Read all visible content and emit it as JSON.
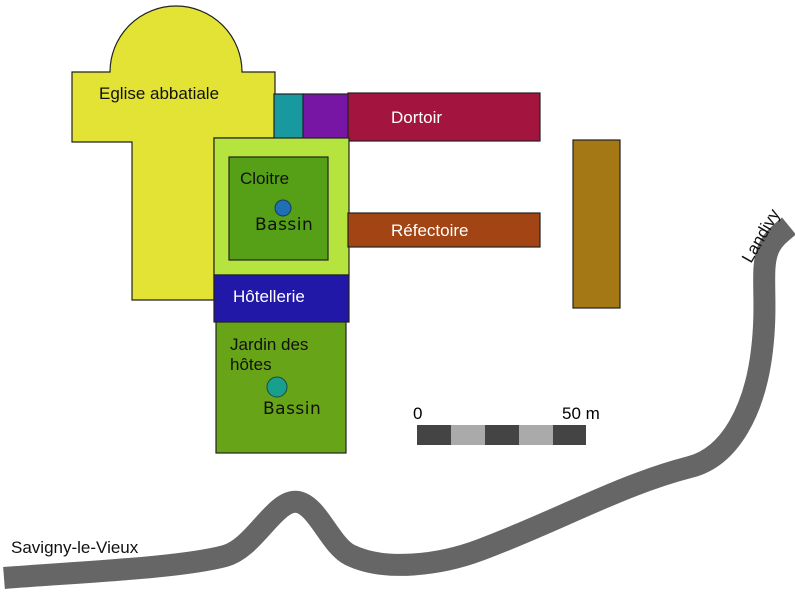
{
  "map": {
    "buildings": {
      "eglise": {
        "label": "Eglise abbatiale",
        "color": "#e3e336"
      },
      "passage_teal": {
        "color": "#17999f"
      },
      "passage_purple": {
        "color": "#7715a5"
      },
      "dortoir": {
        "label": "Dortoir",
        "color": "#a3153f"
      },
      "cloitre_outer": {
        "color": "#b4e43d"
      },
      "cloitre": {
        "label": "Cloitre",
        "color": "#55a017"
      },
      "bassin_cloitre": {
        "label": "Bassin",
        "color": "#1e6fb4"
      },
      "refectoire": {
        "label": "Réfectoire",
        "color": "#a34414"
      },
      "annexe": {
        "color": "#a47814"
      },
      "hotellerie": {
        "label": "Hôtellerie",
        "color": "#2118a7"
      },
      "jardin": {
        "label_line1": "Jardin des",
        "label_line2": "hôtes",
        "color": "#68a418"
      },
      "bassin_jardin": {
        "label": "Bassin",
        "color": "#19a08c"
      }
    },
    "road": {
      "color": "#666666",
      "label_west": "Savigny-le-Vieux",
      "label_east": "Landivy"
    },
    "scale_bar": {
      "label_start": "0",
      "label_end": "50 m",
      "dark_color": "#444444",
      "light_color": "#aaaaaa"
    }
  }
}
